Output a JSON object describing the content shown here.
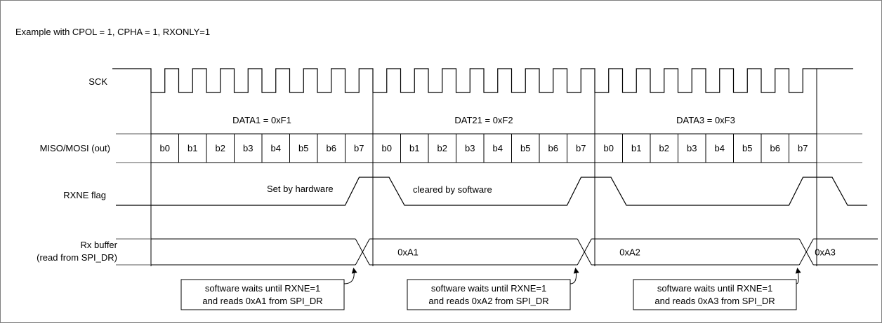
{
  "title": "Example with CPOL = 1, CPHA = 1, RXONLY=1",
  "signals": {
    "sck": "SCK",
    "miso_mosi": "MISO/MOSI (out)",
    "rxne": "RXNE flag",
    "rx_buffer_line1": "Rx buffer",
    "rx_buffer_line2": "(read from SPI_DR)"
  },
  "frames": [
    {
      "label": "DATA1 = 0xF1",
      "bits": [
        "b0",
        "b1",
        "b2",
        "b3",
        "b4",
        "b5",
        "b6",
        "b7"
      ],
      "buffer_value": "0xA1",
      "note_line1": "software waits until RXNE=1",
      "note_line2": "and reads 0xA1 from SPI_DR"
    },
    {
      "label": "DAT21 = 0xF2",
      "bits": [
        "b0",
        "b1",
        "b2",
        "b3",
        "b4",
        "b5",
        "b6",
        "b7"
      ],
      "buffer_value": "0xA2",
      "note_line1": "software waits until RXNE=1",
      "note_line2": "and reads 0xA2 from SPI_DR"
    },
    {
      "label": "DATA3 = 0xF3",
      "bits": [
        "b0",
        "b1",
        "b2",
        "b3",
        "b4",
        "b5",
        "b6",
        "b7"
      ],
      "buffer_value": "0xA3",
      "note_line1": "software waits until RXNE=1",
      "note_line2": "and reads 0xA3 from SPI_DR"
    }
  ],
  "rxne_annotations": {
    "set": "Set by hardware",
    "cleared": "cleared by software"
  }
}
